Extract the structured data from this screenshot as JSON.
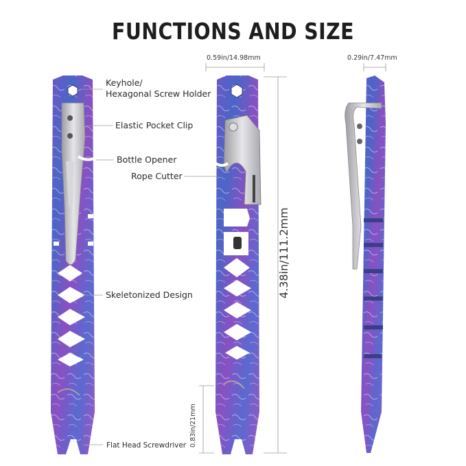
{
  "title": "FUNCTIONS AND SIZE",
  "callouts": {
    "keyhole_line1": "Keyhole/",
    "keyhole_line2": "Hexagonal Screw Holder",
    "pocket_clip": "Elastic Pocket Clip",
    "bottle_opener": "Bottle Opener",
    "rope_cutter": "Rope Cutter",
    "skeleton": "Skeletonized Design",
    "screwdriver": "Flat Head Screwdriver"
  },
  "dimensions": {
    "width_front": "0.59in/14.98mm",
    "width_side": "0.29in/7.47mm",
    "length": "4.38in/111.2mm",
    "tip": "0.83in/21mm"
  },
  "colors": {
    "titanium_blue": "#4a5fc0",
    "titanium_purple": "#8a4fc4",
    "steel": "#c8c8cc"
  }
}
